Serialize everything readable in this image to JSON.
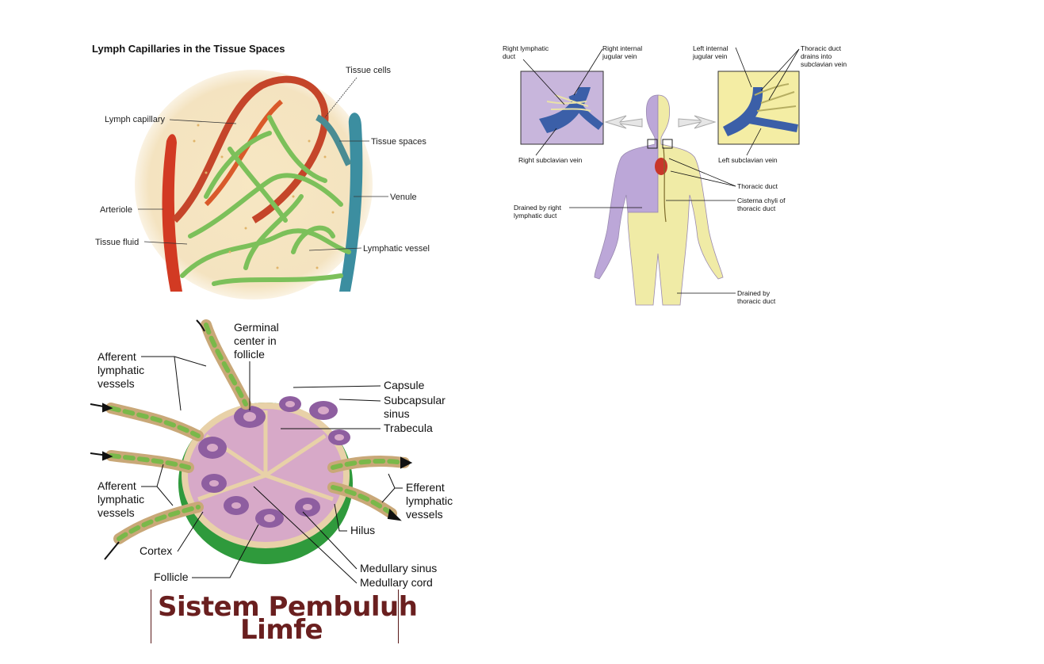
{
  "capillaries": {
    "title": "Lymph Capillaries in the Tissue Spaces",
    "labels": {
      "tissue_cells": "Tissue cells",
      "lymph_capillary": "Lymph capillary",
      "tissue_spaces": "Tissue spaces",
      "arteriole": "Arteriole",
      "venule": "Venule",
      "tissue_fluid": "Tissue fluid",
      "lymphatic_vessel": "Lymphatic vessel"
    }
  },
  "body_drainage": {
    "labels": {
      "right_lymphatic_duct": [
        "Right lymphatic",
        "duct"
      ],
      "right_internal_jugular": [
        "Right internal",
        "jugular vein"
      ],
      "left_internal_jugular": [
        "Left internal",
        "jugular vein"
      ],
      "thoracic_duct_drains": [
        "Thoracic duct",
        "drains into",
        "subclavian vein"
      ],
      "right_subclavian": "Right subclavian vein",
      "left_subclavian": "Left subclavian vein",
      "thoracic_duct": "Thoracic duct",
      "cisterna_chyli": [
        "Cisterna chyli of",
        "thoracic duct"
      ],
      "drained_right": [
        "Drained by right",
        "lymphatic duct"
      ],
      "drained_thoracic": [
        "Drained by",
        "thoracic duct"
      ]
    }
  },
  "lymph_node": {
    "labels": {
      "germinal_center": [
        "Germinal",
        "center in",
        "follicle"
      ],
      "afferent_top": [
        "Afferent",
        "lymphatic",
        "vessels"
      ],
      "capsule": "Capsule",
      "subcapsular_sinus": [
        "Subcapsular",
        "sinus"
      ],
      "trabecula": "Trabecula",
      "afferent_bottom": [
        "Afferent",
        "lymphatic",
        "vessels"
      ],
      "efferent": [
        "Efferent",
        "lymphatic",
        "vessels"
      ],
      "hilus": "Hilus",
      "cortex": "Cortex",
      "follicle": "Follicle",
      "medullary_sinus": "Medullary sinus",
      "medullary_cord": "Medullary cord"
    }
  },
  "page_title": {
    "line1": "Sistem Pembuluh",
    "line2": "Limfe"
  }
}
